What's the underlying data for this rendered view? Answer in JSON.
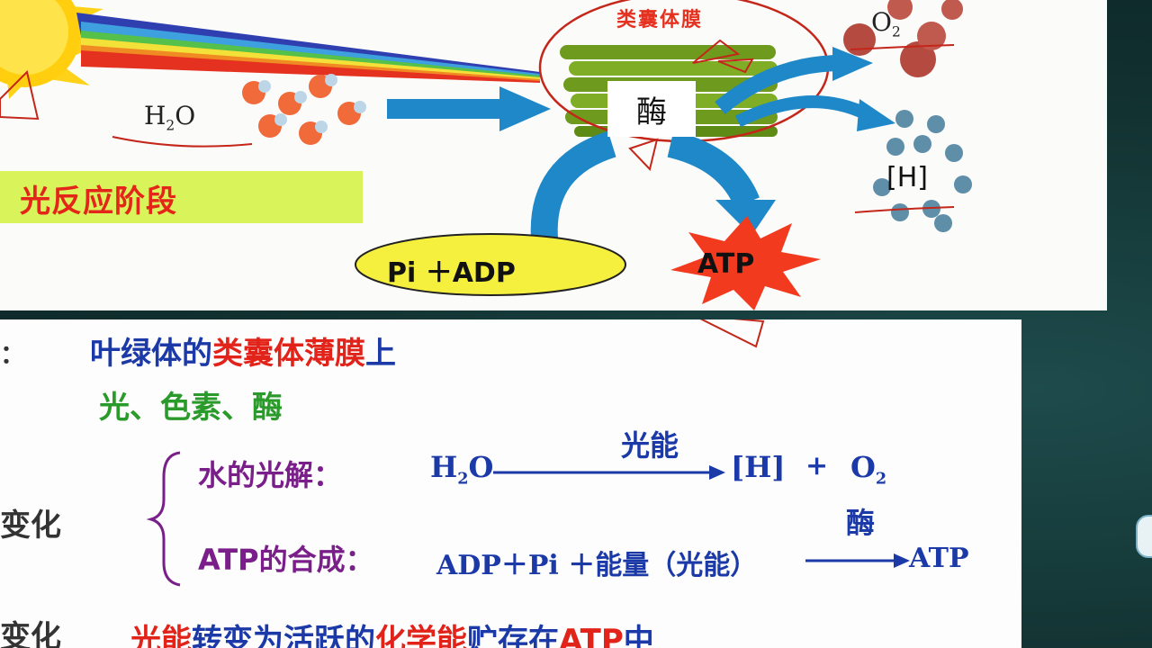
{
  "upper": {
    "stage_label": "光反应阶段",
    "h2o": {
      "main": "H",
      "sub": "2",
      "tail": "O"
    },
    "thylakoid_label": "类囊体膜",
    "enzyme": "酶",
    "o2": {
      "main": "O",
      "sub": "2"
    },
    "h_label": "[H]",
    "pi_adp": "Pi ＋ADP",
    "atp": "ATP"
  },
  "lower": {
    "colon": "：",
    "location": {
      "part1": "叶绿体的",
      "part2": "类囊体薄膜",
      "part3": "上"
    },
    "conditions": "光、色素、酶",
    "side_change_1": "变化",
    "side_change_2": "变化",
    "water_photolysis_label": "水的光解：",
    "water_eq": {
      "left_main": "H",
      "left_sub": "2",
      "left_tail": "O",
      "above_arrow": "光能",
      "h": "[H]",
      "plus": "+",
      "o_main": "O",
      "o_sub": "2",
      "below_o2": "酶"
    },
    "atp_synthesis_label": "ATP的合成：",
    "atp_eq": {
      "left": "ADP＋Pi ＋能量（光能）",
      "right": "ATP"
    },
    "bottom": {
      "p1": "光能",
      "p2": "转变为活跃的",
      "p3": "化学能",
      "p4": "贮存在",
      "p5": "ATP",
      "p6": "中"
    }
  },
  "colors": {
    "green_highlight": "#d9f45a",
    "red": "#e2231a",
    "blue": "#1b3aa8",
    "purple": "#7a1f8a",
    "green": "#2a9a2a",
    "ellipse_yellow": "#f5ef3d",
    "atp_burst": "#f23a1f"
  },
  "icons": [
    "sun-icon",
    "water-molecule-icon",
    "thylakoid-stack-icon",
    "atp-starburst-icon",
    "curved-arrow-icon"
  ]
}
